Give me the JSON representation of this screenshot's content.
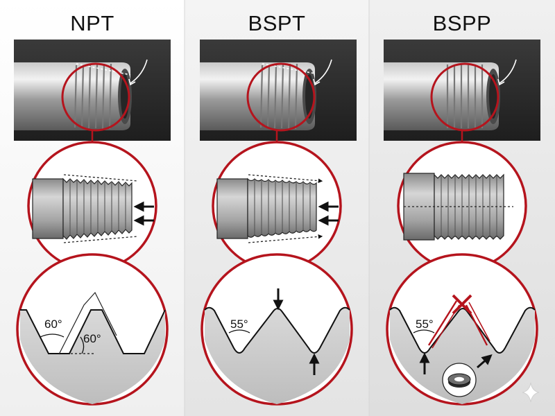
{
  "columns": [
    {
      "title": "NPT",
      "angle_label": "60°",
      "angle_label_2": "60°"
    },
    {
      "title": "BSPT",
      "angle_label": "55°"
    },
    {
      "title": "BSPP",
      "angle_label": "55°"
    }
  ],
  "colors": {
    "ring": "#b5141d",
    "background_left": "#f4f4f4",
    "background_mid": "#eaeaea",
    "metal_dark": "#6f6f6f",
    "metal_light": "#cfcfcf"
  }
}
